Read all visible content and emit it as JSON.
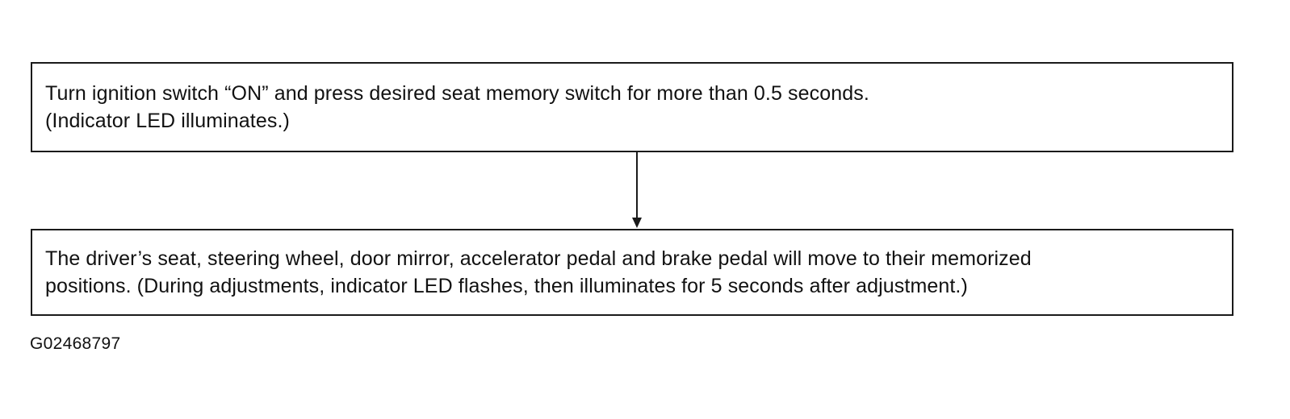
{
  "flowchart": {
    "steps": [
      {
        "lines": [
          "Turn ignition switch “ON” and press desired seat memory switch for more than 0.5 seconds.",
          "(Indicator LED illuminates.)"
        ]
      },
      {
        "lines": [
          "The driver’s seat, steering wheel, door mirror, accelerator pedal and brake pedal will move to their memorized",
          "positions. (During adjustments, indicator LED flashes, then illuminates for 5 seconds after adjustment.)"
        ]
      }
    ]
  },
  "figure_id": "G02468797"
}
